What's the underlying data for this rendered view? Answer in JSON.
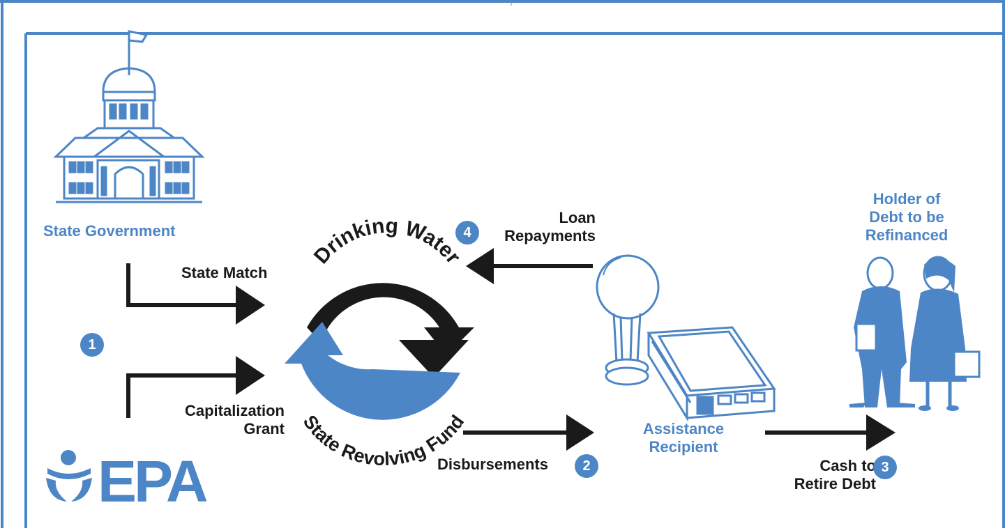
{
  "nodes": {
    "state_government": "State Government",
    "holder_line1": "Holder of",
    "holder_line2": "Debt to be",
    "holder_line3": "Refinanced",
    "assistance_line1": "Assistance",
    "assistance_line2": "Recipient",
    "epa_logo_text": "EPA"
  },
  "cycle": {
    "top_text": "Drinking Water",
    "bottom_text": "State Revolving Fund"
  },
  "flows": {
    "state_match": "State Match",
    "capitalization_line1": "Capitalization",
    "capitalization_line2": "Grant",
    "disbursements": "Disbursements",
    "loan_line1": "Loan",
    "loan_line2": "Repayments",
    "cash_line1": "Cash to",
    "cash_line2": "Retire Debt"
  },
  "steps": {
    "one": "1",
    "two": "2",
    "three": "3",
    "four": "4"
  },
  "colors": {
    "accent_blue": "#4d86c6",
    "arrow_black": "#1a1a1a",
    "frame_blue": "#4d86c6"
  }
}
